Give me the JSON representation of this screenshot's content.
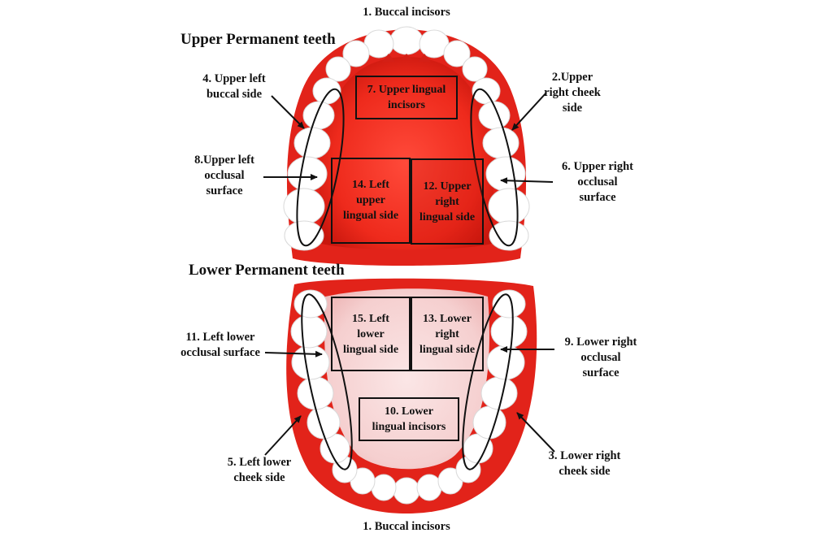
{
  "titles": {
    "upper": "Upper Permanent teeth",
    "lower": "Lower Permanent teeth"
  },
  "labels": {
    "buccal_incisors_top": "1. Buccal incisors",
    "buccal_incisors_bottom": "1. Buccal incisors",
    "upper_left_buccal": [
      "4. Upper left",
      "buccal side"
    ],
    "upper_right_cheek": [
      "2.Upper",
      "right cheek",
      "side"
    ],
    "upper_left_occlusal": [
      "8.Upper left",
      "occlusal",
      "surface"
    ],
    "upper_right_occlusal": [
      "6. Upper right",
      "occlusal",
      "surface"
    ],
    "left_lower_occlusal": [
      "11. Left lower",
      "occlusal surface"
    ],
    "lower_right_occlusal": [
      "9. Lower right",
      "occlusal",
      "surface"
    ],
    "left_lower_cheek": [
      "5. Left lower",
      "cheek side"
    ],
    "lower_right_cheek": [
      "3. Lower right",
      "cheek side"
    ]
  },
  "regions": {
    "upper_lingual_incisors": [
      "7. Upper lingual",
      "incisors"
    ],
    "left_upper_lingual": [
      "14. Left",
      "upper",
      "lingual side"
    ],
    "upper_right_lingual": [
      "12. Upper",
      "right",
      "lingual side"
    ],
    "left_lower_lingual": [
      "15. Left",
      "lower",
      "lingual side"
    ],
    "lower_right_lingual": [
      "13. Lower",
      "right",
      "lingual side"
    ],
    "lower_lingual_incisors": [
      "10. Lower",
      "lingual incisors"
    ]
  },
  "colors": {
    "gum": "#e8251a",
    "gum_dark": "#b9140c",
    "palate": "#f23a2c",
    "tongue": "#f7d3d3",
    "tooth": "#ffffff",
    "outline": "#111111"
  }
}
